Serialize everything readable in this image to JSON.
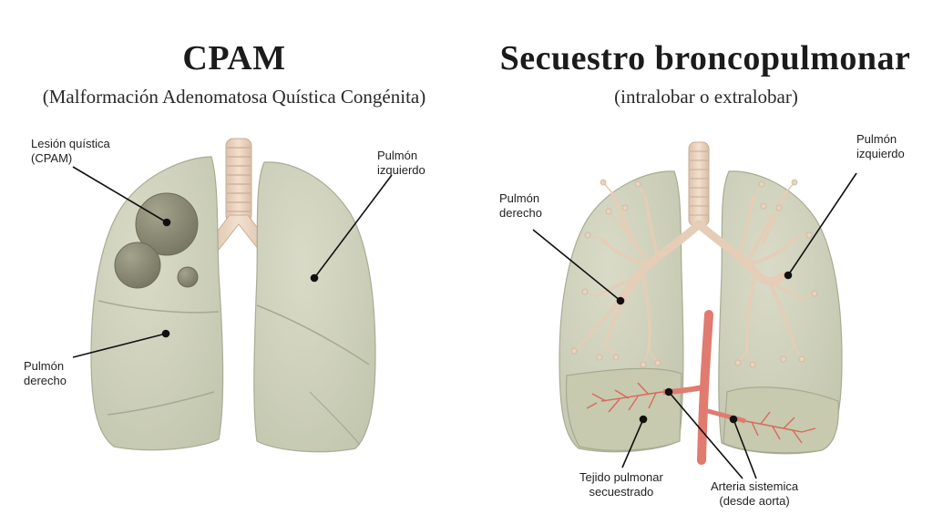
{
  "left_panel": {
    "title": "CPAM",
    "subtitle": "(Malformación Adenomatosa Quística Congénita)",
    "labels": {
      "cyst_lesion": "Lesión quística\n(CPAM)",
      "left_lung": "Pulmón\nizquierdo",
      "right_lung": "Pulmón\nderecho"
    }
  },
  "right_panel": {
    "title": "Secuestro broncopulmonar",
    "subtitle": "(intralobar o extralobar)",
    "labels": {
      "right_lung": "Pulmón\nderecho",
      "left_lung": "Pulmón\nizquierdo",
      "sequestered_tissue": "Tejido pulmonar\nsecuestrado",
      "systemic_artery": "Arteria sistemica\n(desde aorta)"
    }
  },
  "colors": {
    "lung_fill": "#cfd2bd",
    "lung_shadow": "#b9bca5",
    "trachea": "#e9d3bf",
    "cyst": "#8f8e79",
    "artery": "#e07b70",
    "text": "#1f1f1f"
  }
}
